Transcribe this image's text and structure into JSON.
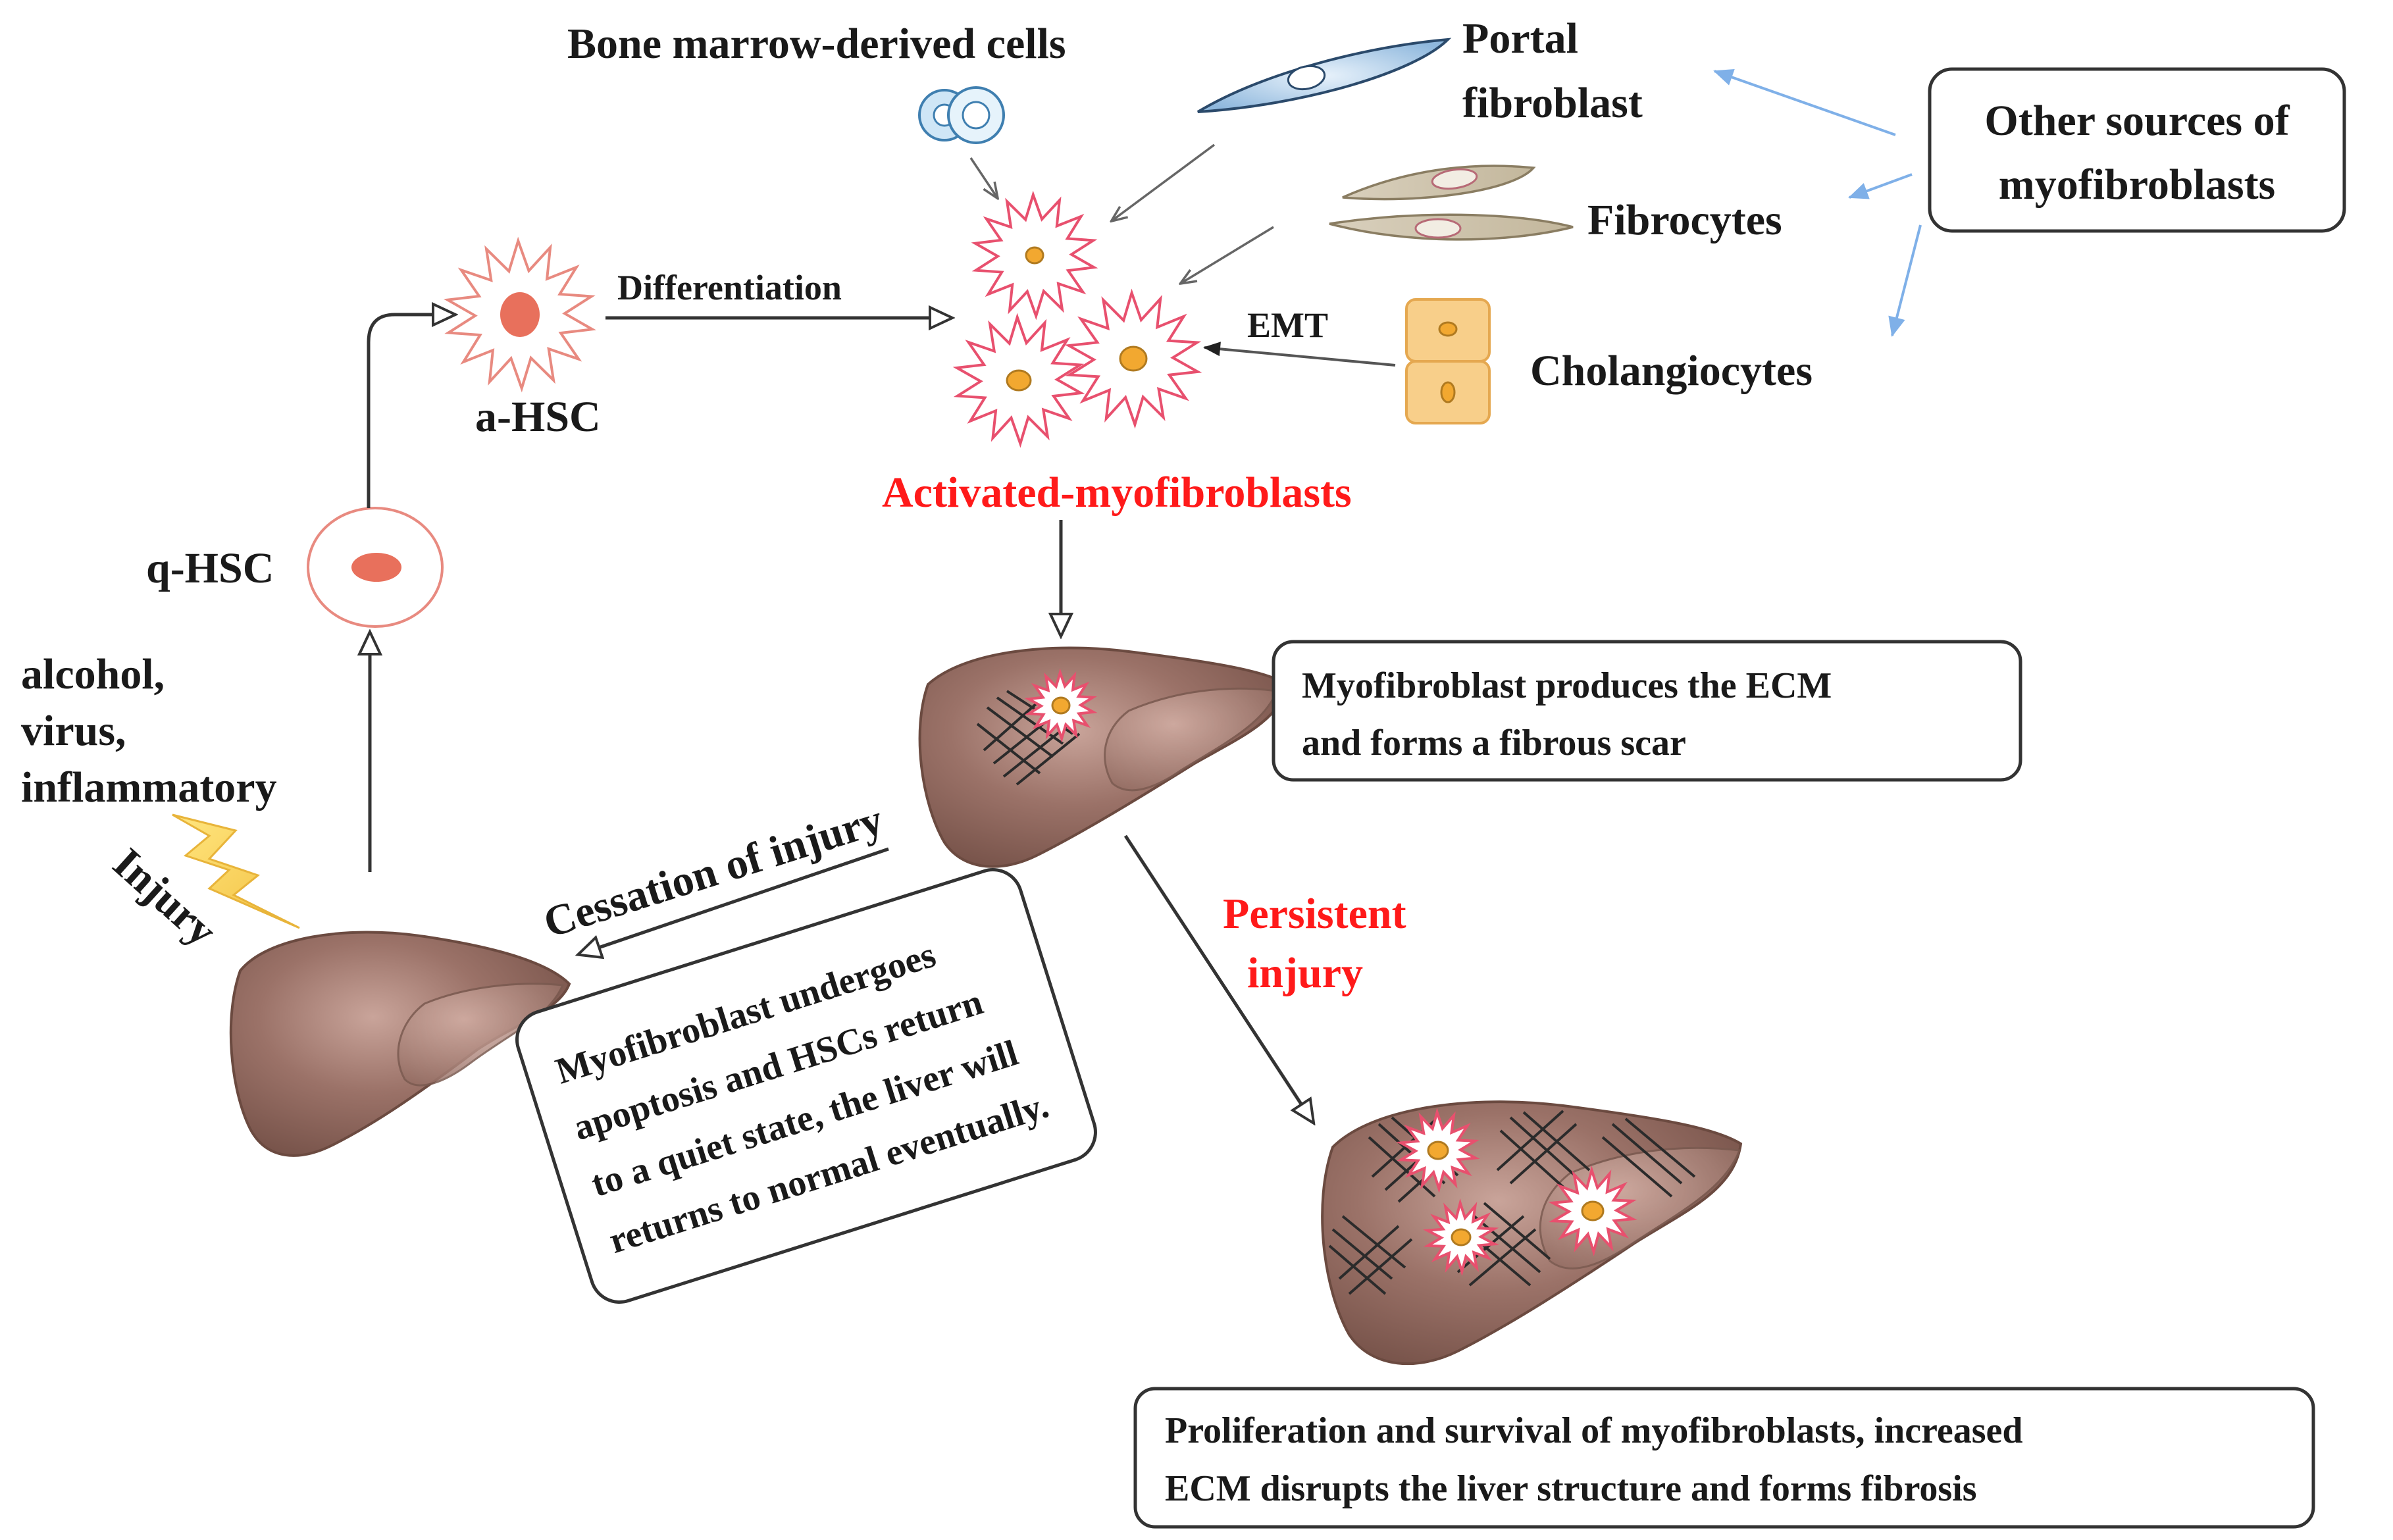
{
  "labels": {
    "bone_marrow": "Bone marrow-derived cells",
    "portal_1": "Portal",
    "portal_2": "fibroblast",
    "fibrocytes": "Fibrocytes",
    "cholangiocytes": "Cholangiocytes",
    "emt": "EMT",
    "differentiation": "Differentiation",
    "a_hsc": "a-HSC",
    "q_hsc": "q-HSC",
    "activated": "Activated-myofibroblasts",
    "cause_1": "alcohol,",
    "cause_2": "virus,",
    "cause_3": "inflammatory",
    "injury": "Injury",
    "cessation": "Cessation of injury",
    "persistent_1": "Persistent",
    "persistent_2": "injury"
  },
  "boxes": {
    "other_sources": [
      "Other sources of",
      "myofibroblasts"
    ],
    "ecm_scar": [
      "Myofibroblast produces the ECM",
      "and forms a fibrous scar"
    ],
    "apoptosis": [
      "Myofibroblast  undergoes",
      "apoptosis and HSCs return",
      "to a quiet state,  the liver  will",
      "returns  to normal  eventually."
    ],
    "fibrosis": [
      "Proliferation and survival of myofibroblasts, increased",
      "ECM disrupts the liver structure and forms fibrosis"
    ]
  },
  "colors": {
    "highlight_red": "#ff1a1a",
    "blue_arrow": "#7fb0e8",
    "liver": "#8a6258",
    "cell_outline": "#e8506e",
    "nucleus": "#f2a830"
  }
}
